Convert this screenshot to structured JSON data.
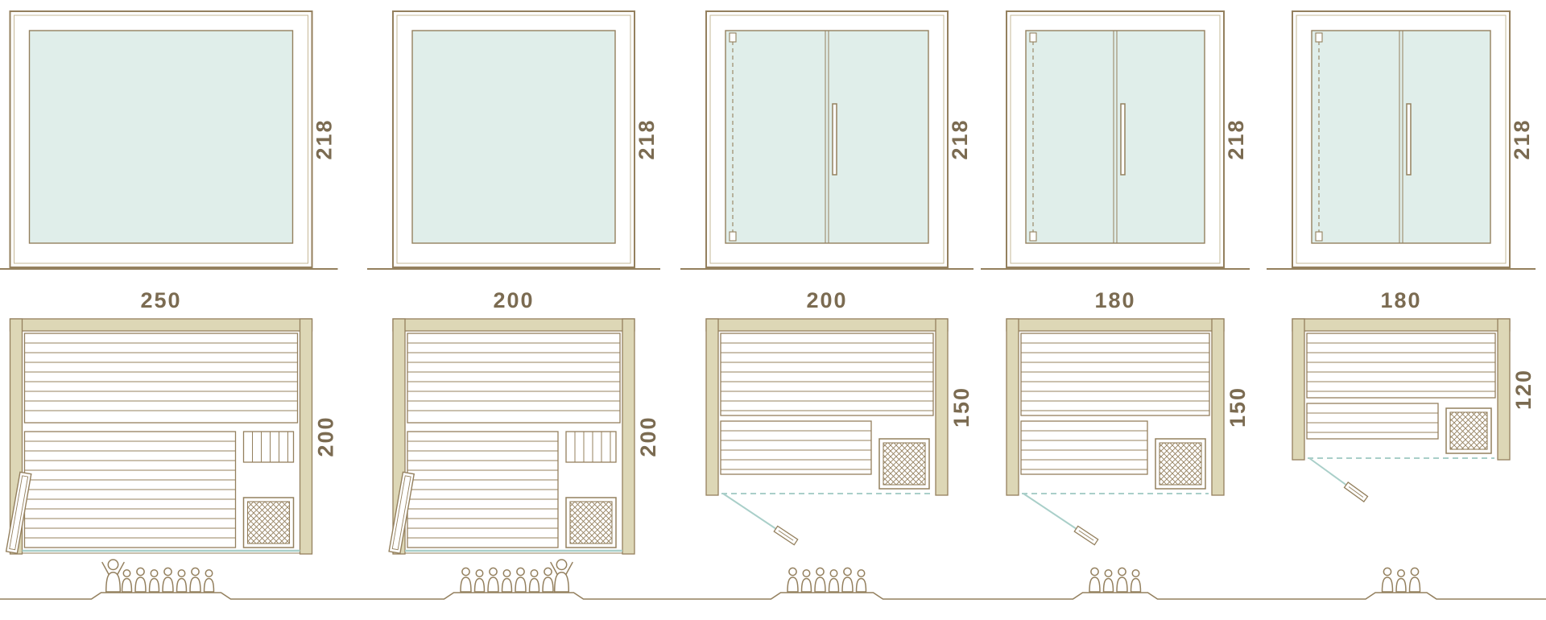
{
  "colors": {
    "outline": "#94805e",
    "outline_light": "#c6b897",
    "wall_fill": "#ddd7b6",
    "glass_fill": "#e0eeea",
    "teal": "#a9cfc9",
    "text": "#7b6b51",
    "bg": "#ffffff"
  },
  "icons": {
    "heater": "heater-hatch-icon",
    "person": "person-icon",
    "door_leaf": "door-leaf-icon",
    "door_swing": "door-swing-line"
  },
  "variants": [
    {
      "name": "variant-1",
      "front_type": "fixed-glass",
      "door": "side-hinged-door",
      "width_label": "250",
      "height_label": "218",
      "depth_label": "200",
      "width_cm": 250,
      "height_cm": 218,
      "depth_cm": 200,
      "capacity": 8
    },
    {
      "name": "variant-2",
      "front_type": "fixed-glass",
      "door": "side-hinged-door",
      "width_label": "200",
      "height_label": "218",
      "depth_label": "200",
      "width_cm": 200,
      "height_cm": 218,
      "depth_cm": 200,
      "capacity": 8
    },
    {
      "name": "variant-3",
      "front_type": "double-door",
      "door": "front-glass-door",
      "width_label": "200",
      "height_label": "218",
      "depth_label": "150",
      "width_cm": 200,
      "height_cm": 218,
      "depth_cm": 150,
      "capacity": 6
    },
    {
      "name": "variant-4",
      "front_type": "double-door",
      "door": "front-glass-door",
      "width_label": "180",
      "height_label": "218",
      "depth_label": "150",
      "width_cm": 180,
      "height_cm": 218,
      "depth_cm": 150,
      "capacity": 4
    },
    {
      "name": "variant-5",
      "front_type": "double-door",
      "door": "front-glass-door",
      "width_label": "180",
      "height_label": "218",
      "depth_label": "120",
      "width_cm": 180,
      "height_cm": 218,
      "depth_cm": 120,
      "capacity": 3
    }
  ]
}
